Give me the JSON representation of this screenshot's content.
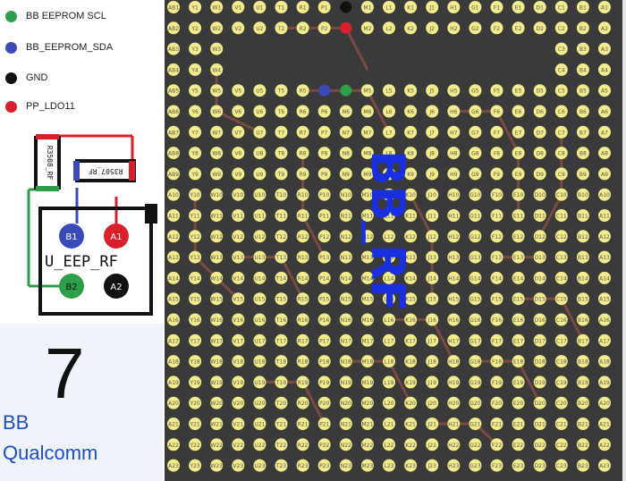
{
  "legend": [
    {
      "label": "BB EEPROM SCL",
      "color": "#2e9e4a"
    },
    {
      "label": "BB_EEPROM_SDA",
      "color": "#3a4ab8"
    },
    {
      "label": "GND",
      "color": "#111111"
    },
    {
      "label": "PP_LDO11",
      "color": "#d9202a"
    }
  ],
  "schematic": {
    "r3508": "R3508_RF",
    "r3507": "R3507_RF",
    "chip_label": "U_EEP_RF",
    "pads": [
      {
        "label": "B1",
        "color": "#3a4ab8"
      },
      {
        "label": "A1",
        "color": "#d9202a"
      },
      {
        "label": "B2",
        "color": "#2e9e4a"
      },
      {
        "label": "A2",
        "color": "#111111"
      }
    ]
  },
  "chip": {
    "number": "7",
    "line1": "BB",
    "line2": "Qualcomm"
  },
  "board": {
    "overlay_label": "BB_RF",
    "colors": {
      "background": "#3a3a3a",
      "ball": "#f3ec8a",
      "ball_text": "#555555",
      "trace": "#7a4a40"
    },
    "row_labels": [
      "AB1",
      "AB2",
      "AB3",
      "AB4",
      "AB5",
      "AB6",
      "AB7",
      "AB8",
      "AB9",
      "A10",
      "A11",
      "A12",
      "A13",
      "A14",
      "A15",
      "A16",
      "A17",
      "A18",
      "A19",
      "A20",
      "A21",
      "A22",
      "A23"
    ],
    "col_letters": [
      "AA",
      "Y",
      "W",
      "V",
      "U",
      "T",
      "R",
      "P",
      "N",
      "M",
      "L",
      "K",
      "J",
      "H",
      "G",
      "F",
      "E",
      "D",
      "C",
      "B",
      "A"
    ],
    "marker_balls": [
      {
        "row": 0,
        "col": 8,
        "color": "#111111"
      },
      {
        "row": 1,
        "col": 8,
        "color": "#d9202a"
      },
      {
        "row": 4,
        "col": 7,
        "color": "#3a4ab8"
      },
      {
        "row": 4,
        "col": 8,
        "color": "#2e9e4a"
      }
    ]
  }
}
